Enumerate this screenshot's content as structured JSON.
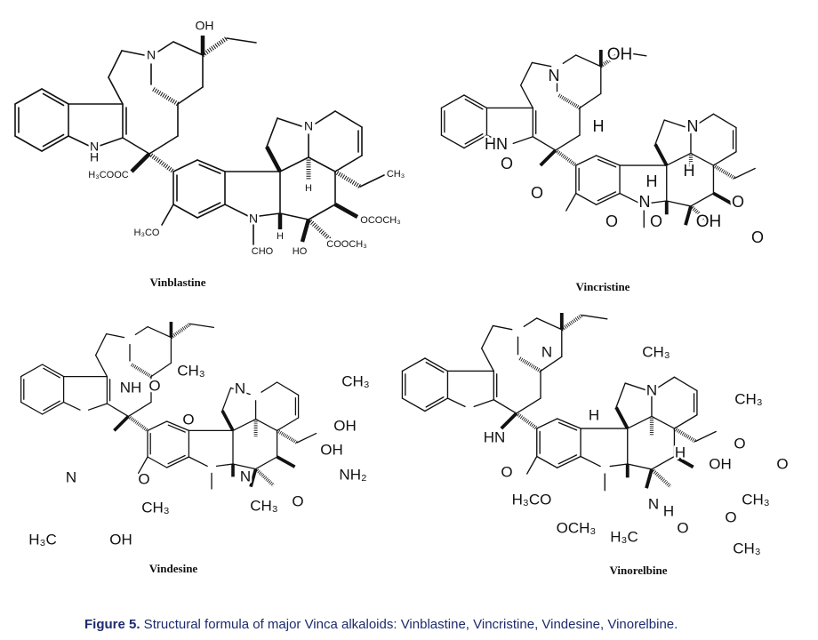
{
  "molecules": [
    {
      "name": "Vinblastine",
      "labels": [
        "OH",
        "N",
        "N",
        "H",
        "H₃COOC",
        "H₃CO",
        "N",
        "CHO",
        "H",
        "H",
        "N",
        "CH₃",
        "OCOCH₃",
        "HO",
        "COOCH₃"
      ]
    },
    {
      "name": "Vincristine",
      "labels": [
        "OH",
        "N",
        "HN",
        "H",
        "N",
        "H",
        "H",
        "N",
        "O",
        "O",
        "OH",
        "O",
        "O",
        "O",
        "O"
      ]
    },
    {
      "name": "Vindesine",
      "labels": [
        "NH",
        "O",
        "CH₃",
        "O",
        "N",
        "H₃C",
        "OH",
        "O",
        "CH₃",
        "N",
        "CH₃",
        "OH",
        "OH",
        "NH₂",
        "N",
        "CH₃",
        "O"
      ]
    },
    {
      "name": "Vinorelbine",
      "labels": [
        "N",
        "CH₃",
        "H",
        "HN",
        "O",
        "H₃CO",
        "OCH₃",
        "N",
        "CH₃",
        "H",
        "O",
        "OH",
        "O",
        "CH₃",
        "N",
        "H",
        "H₃C",
        "O",
        "O",
        "CH₃"
      ]
    }
  ],
  "caption": {
    "figure_label": "Figure 5.",
    "text": " Structural formula of major Vinca alkaloids: Vinblastine, Vincristine, Vindesine, Vinorelbine."
  }
}
